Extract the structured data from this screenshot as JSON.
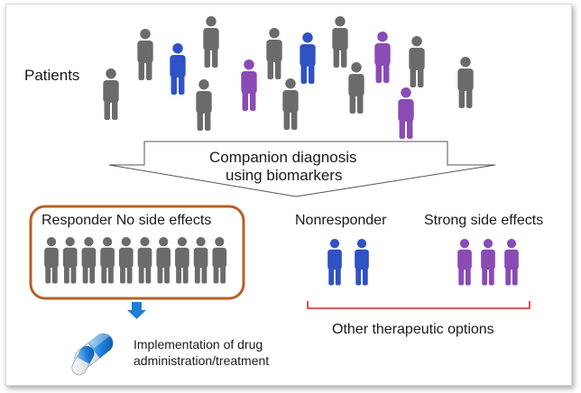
{
  "patients_label": "Patients",
  "diagnosis": {
    "line1": "Companion diagnosis",
    "line2": "using biomarkers"
  },
  "groups": {
    "responder_label": "Responder No side effects",
    "nonresponder_label": "Nonresponder",
    "side_effects_label": "Strong side effects"
  },
  "other_options_label": "Other therapeutic options",
  "treatment": {
    "line1": "Implementation of drug",
    "line2": "administration/treatment"
  },
  "colors": {
    "responder": "#6b6b6b",
    "nonresponder": "#2f52c4",
    "side_effects": "#8a4bb5",
    "highlight_border": "#b5612a",
    "bracket": "#d62828",
    "arrow": "#1f7fd6"
  },
  "icons": {
    "person": "person-icon",
    "capsule": "capsule-icon",
    "down_arrow": "down-arrow-icon"
  }
}
